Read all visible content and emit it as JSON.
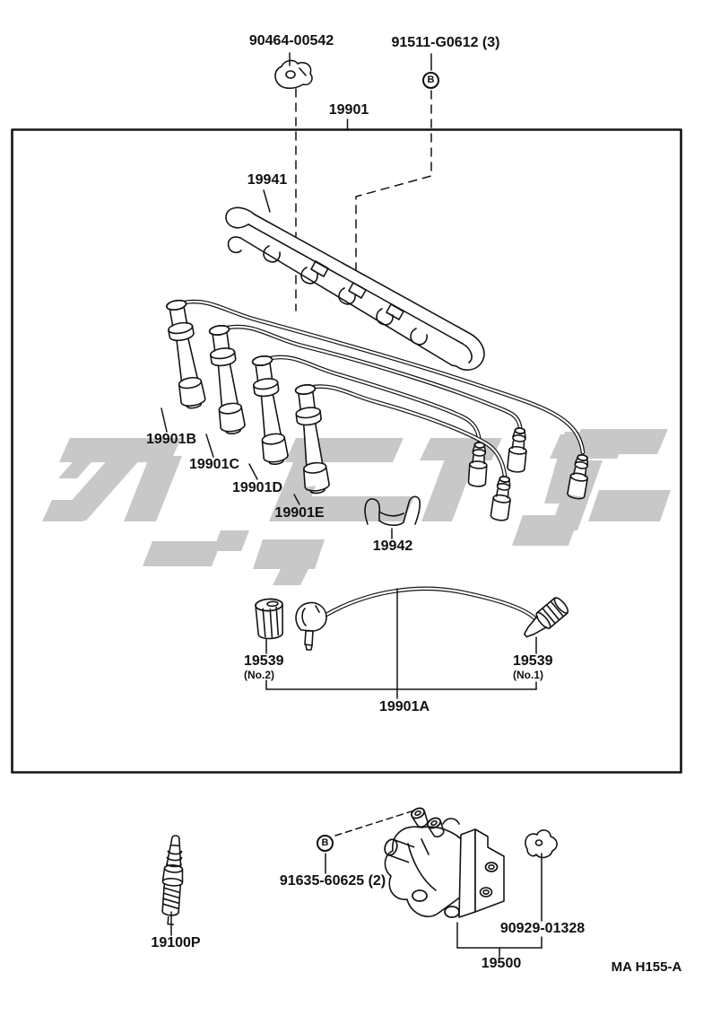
{
  "colors": {
    "line": "#141414",
    "watermark": "#c8c8c8",
    "background": "#ffffff"
  },
  "footer": {
    "drawing_code": "MA H155-A"
  },
  "markers": {
    "b": "B"
  },
  "parts": {
    "harness_clamp": "90464-00542",
    "bolt_top": "91511-G0612 (3)",
    "plug_cord_set": "19901",
    "cord_cover": "19941",
    "cord_b": "19901B",
    "cord_c": "19901C",
    "cord_d": "19901D",
    "cord_e": "19901E",
    "cord_clip": "19942",
    "terminal_left": "19539",
    "terminal_left_note": "(No.2)",
    "terminal_right": "19539",
    "terminal_right_note": "(No.1)",
    "coil_cord": "19901A",
    "spark_plug": "19100P",
    "bolt_bottom": "91635-60625 (2)",
    "distributor_bracket": "90929-01328",
    "distributor": "19500"
  }
}
